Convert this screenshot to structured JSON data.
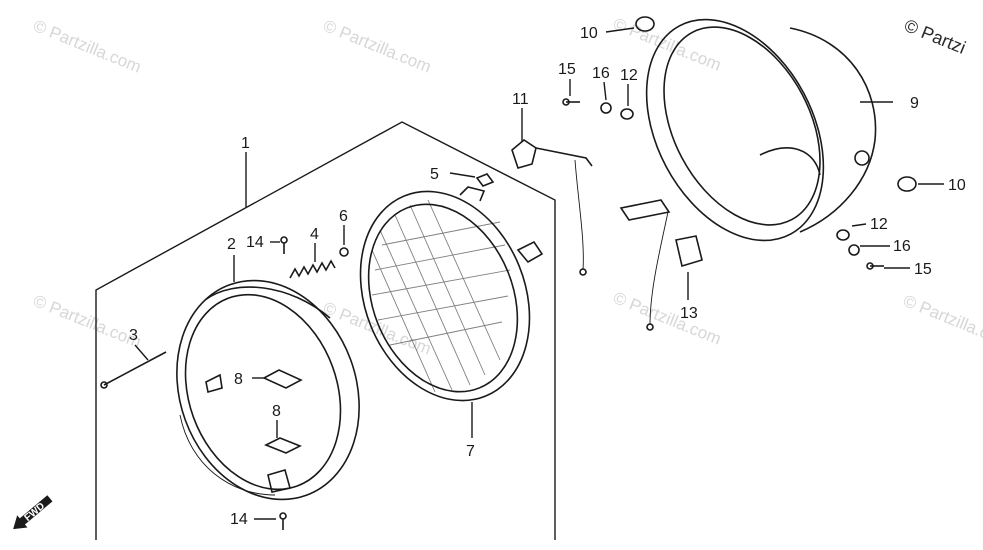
{
  "watermark": {
    "text": "© Partzilla.com",
    "edge_text": "© Partzi"
  },
  "direction_marker": {
    "text": "FWD"
  },
  "callouts": {
    "c1": "1",
    "c2": "2",
    "c3": "3",
    "c4": "4",
    "c5": "5",
    "c6": "6",
    "c7": "7",
    "c8a": "8",
    "c8b": "8",
    "c9": "9",
    "c10a": "10",
    "c10b": "10",
    "c11": "11",
    "c12a": "12",
    "c12b": "12",
    "c13": "13",
    "c14a": "14",
    "c14b": "14",
    "c15a": "15",
    "c15b": "15",
    "c16a": "16",
    "c16b": "16"
  },
  "colors": {
    "ink": "#1a1a1a",
    "watermark": "#d7d7d7",
    "background": "#ffffff"
  }
}
